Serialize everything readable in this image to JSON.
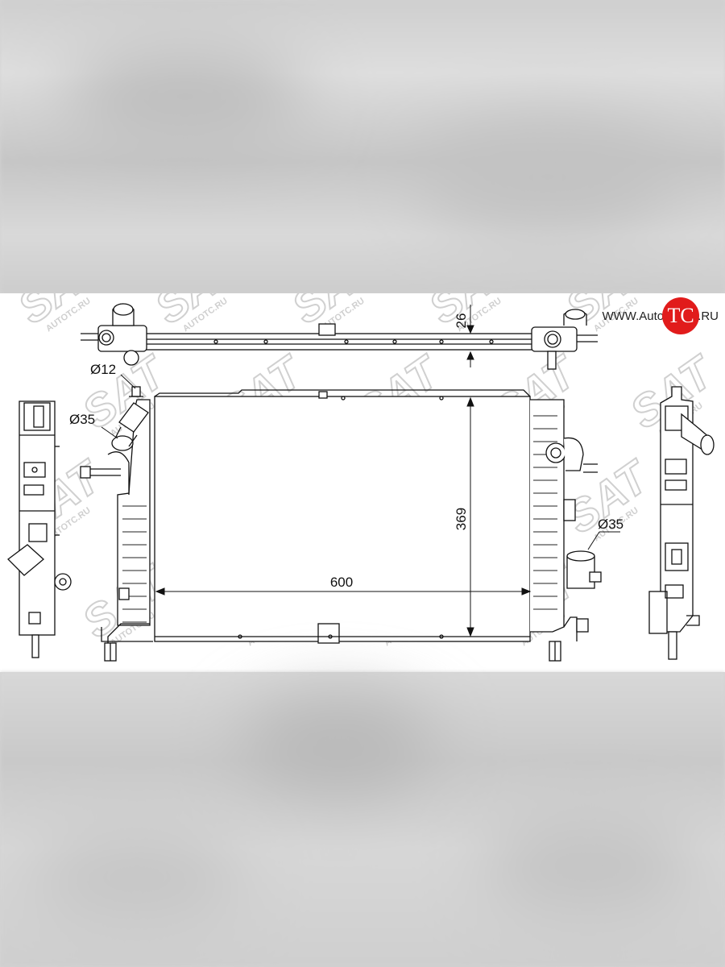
{
  "dimensions": {
    "core_width": "600",
    "core_height": "369",
    "top_tank_depth": "26",
    "left_upper_pipe_diameter": "Ø12",
    "left_inlet_diameter": "Ø35",
    "right_outlet_diameter": "Ø35"
  },
  "logo": {
    "prefix": "WWW.Auto",
    "badge": "TC",
    "suffix": ".RU"
  },
  "watermark": {
    "brand": "SAT",
    "site": "AUTOTC.RU"
  },
  "colors": {
    "line": "#111111",
    "watermark": "#d0d0d0",
    "logo_badge": "#e11b1b",
    "background_blur": "#d4d4d4"
  }
}
